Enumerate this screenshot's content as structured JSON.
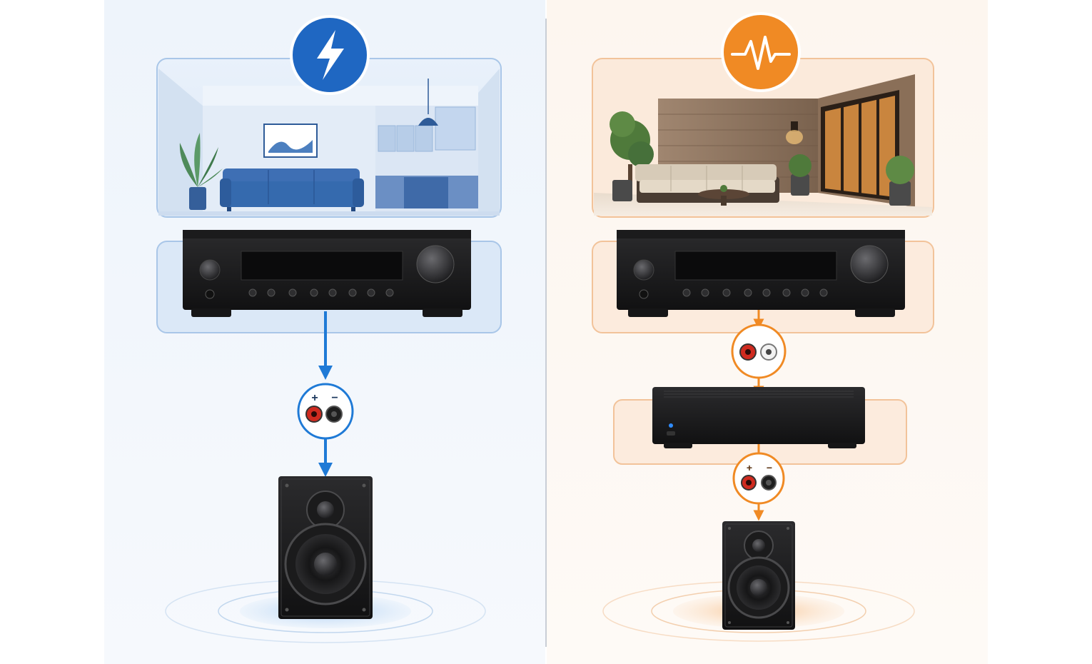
{
  "left_setup": {
    "badge_icon": "lightning-bolt-icon",
    "room": "indoor-living-room",
    "source_device": "av-receiver",
    "connector": {
      "icon": "speaker-terminal-icon",
      "plus_label": "+",
      "minus_label": "−"
    },
    "output_device": "bookshelf-speaker",
    "accent_color": "#1f6fc6"
  },
  "right_setup": {
    "badge_icon": "waveform-icon",
    "room": "outdoor-patio",
    "source_device": "av-receiver",
    "line_connector": {
      "icon": "rca-connector-icon"
    },
    "amplifier_device": "power-amplifier",
    "connector": {
      "icon": "speaker-terminal-icon",
      "plus_label": "+",
      "minus_label": "−"
    },
    "output_device": "bookshelf-speaker",
    "accent_color": "#f08a24"
  }
}
